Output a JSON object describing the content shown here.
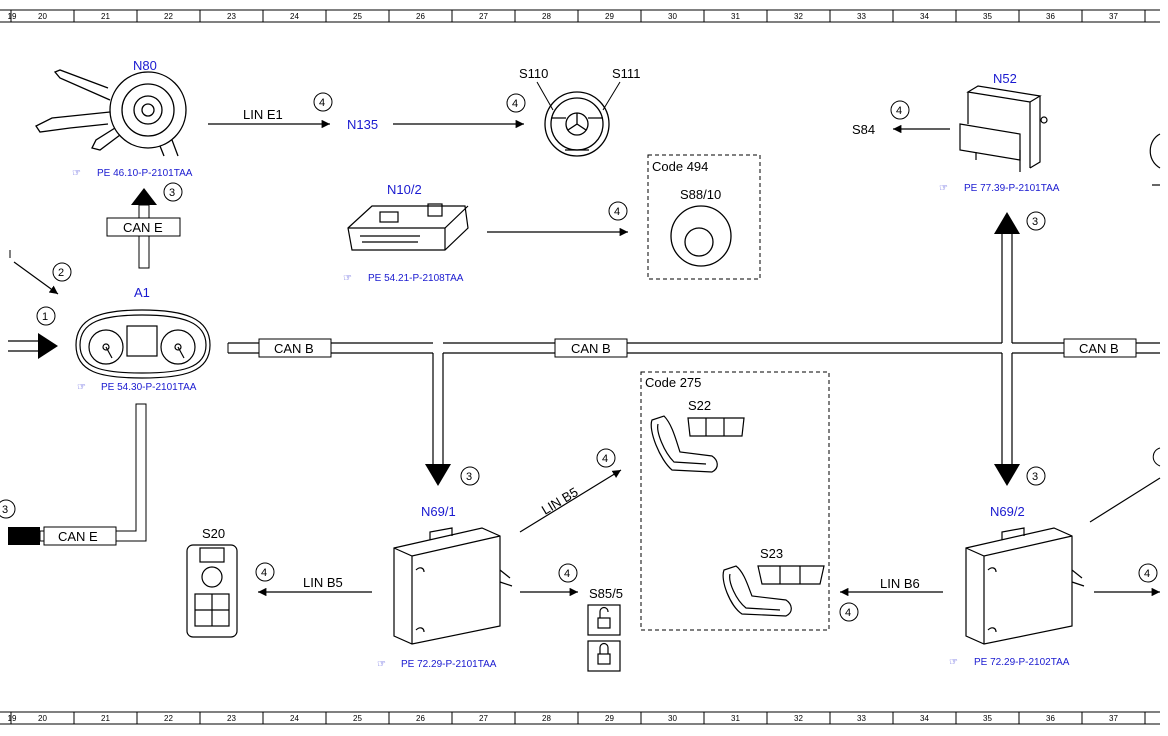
{
  "ruler": {
    "numbers": [
      "19",
      "20",
      "21",
      "22",
      "23",
      "24",
      "25",
      "26",
      "27",
      "28",
      "29",
      "30",
      "31",
      "32",
      "33",
      "34",
      "35",
      "36",
      "37"
    ]
  },
  "components": {
    "n80": {
      "name": "N80",
      "ref": "PE 46.10-P-2101TAA"
    },
    "n135": {
      "name": "N135"
    },
    "s110": {
      "name": "S110"
    },
    "s111": {
      "name": "S111"
    },
    "n102": {
      "name": "N10/2",
      "ref": "PE 54.21-P-2108TAA"
    },
    "code494": {
      "label": "Code 494",
      "switch": "S88/10"
    },
    "n52": {
      "name": "N52",
      "ref": "PE 77.39-P-2101TAA"
    },
    "s84": {
      "name": "S84"
    },
    "a1": {
      "name": "A1",
      "ref": "PE 54.30-P-2101TAA"
    },
    "s20": {
      "name": "S20"
    },
    "n691": {
      "name": "N69/1",
      "ref": "PE 72.29-P-2101TAA"
    },
    "s855": {
      "name": "S85/5"
    },
    "code275": {
      "label": "Code 275",
      "s22": "S22",
      "s23": "S23"
    },
    "n692": {
      "name": "N69/2",
      "ref": "PE 72.29-P-2102TAA"
    }
  },
  "buses": {
    "can_e": "CAN E",
    "can_b": "CAN B",
    "lin_e1": "LIN E1",
    "lin_b5": "LIN B5",
    "lin_b6": "LIN B6"
  },
  "markers": {
    "one": "1",
    "two": "2",
    "three": "3",
    "four": "4"
  }
}
